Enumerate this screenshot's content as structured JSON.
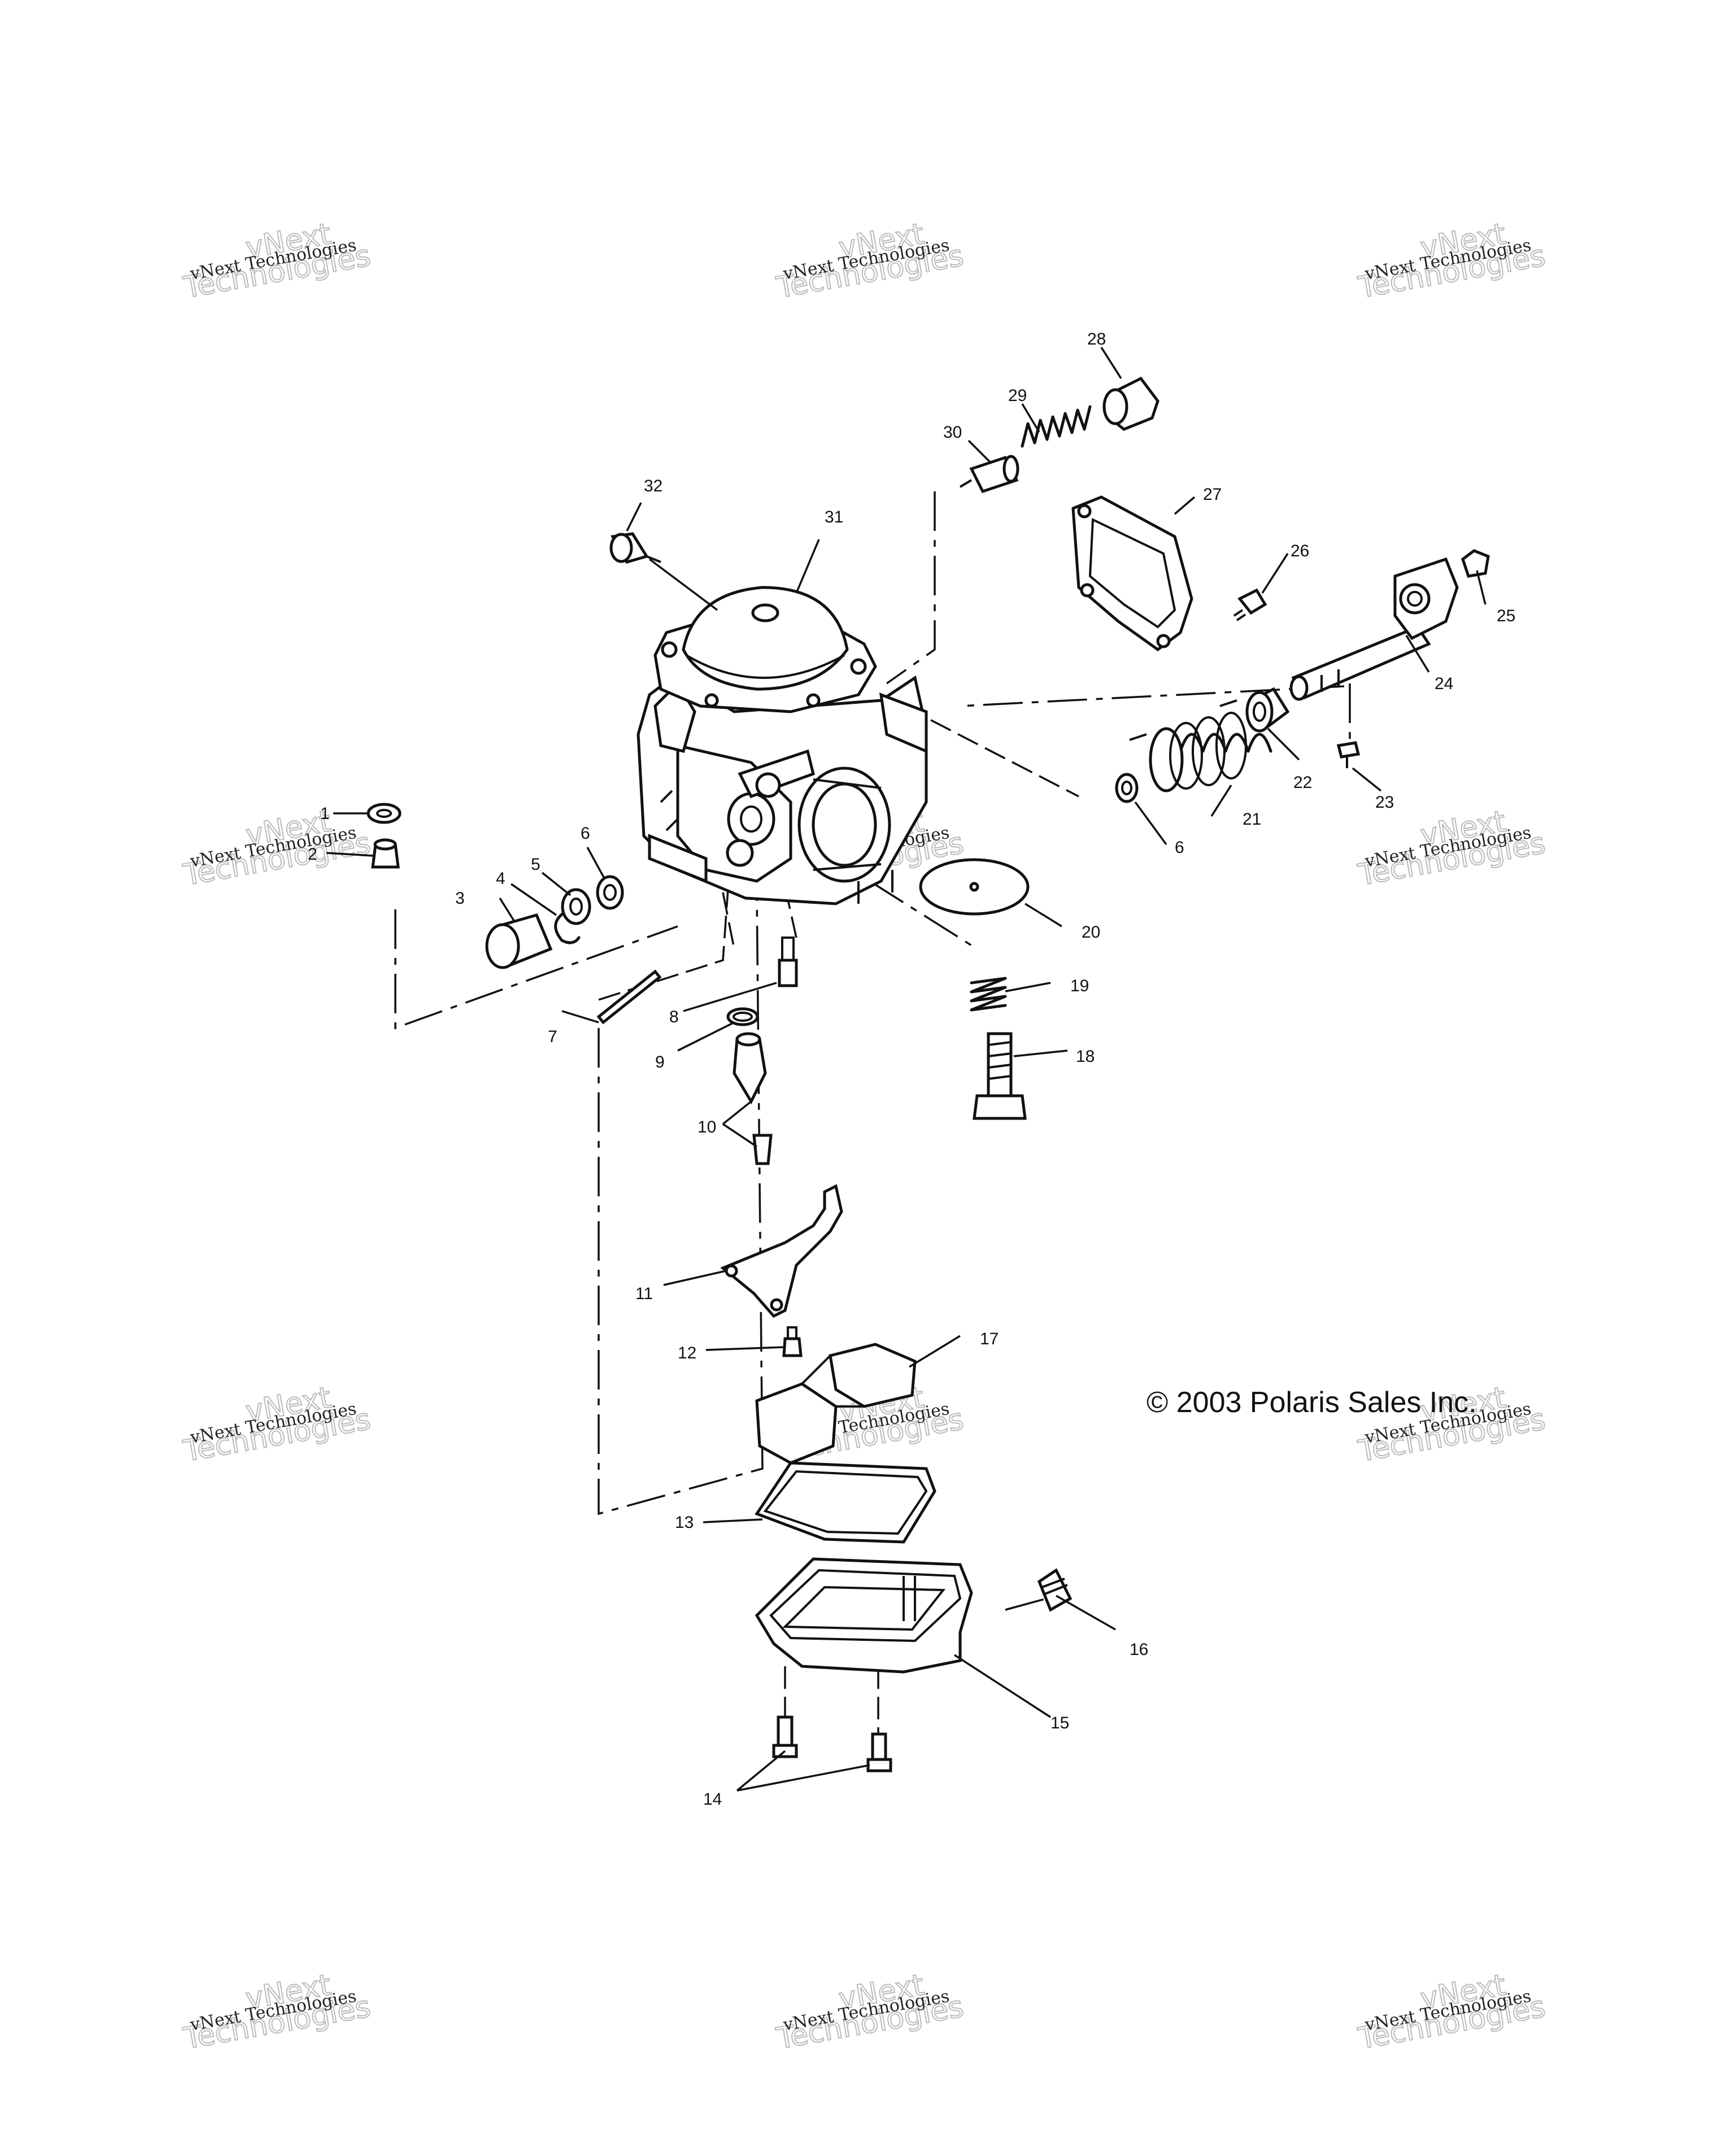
{
  "copyright": "© 2003 Polaris Sales Inc.",
  "watermark": {
    "line1": "vNext Technologies",
    "line2": "vNext",
    "line3": "Technologies"
  },
  "callouts": [
    "1",
    "2",
    "3",
    "4",
    "5",
    "6",
    "6",
    "7",
    "8",
    "9",
    "10",
    "11",
    "12",
    "13",
    "14",
    "15",
    "16",
    "17",
    "18",
    "19",
    "20",
    "21",
    "22",
    "23",
    "24",
    "25",
    "26",
    "27",
    "28",
    "29",
    "30",
    "31",
    "32"
  ]
}
